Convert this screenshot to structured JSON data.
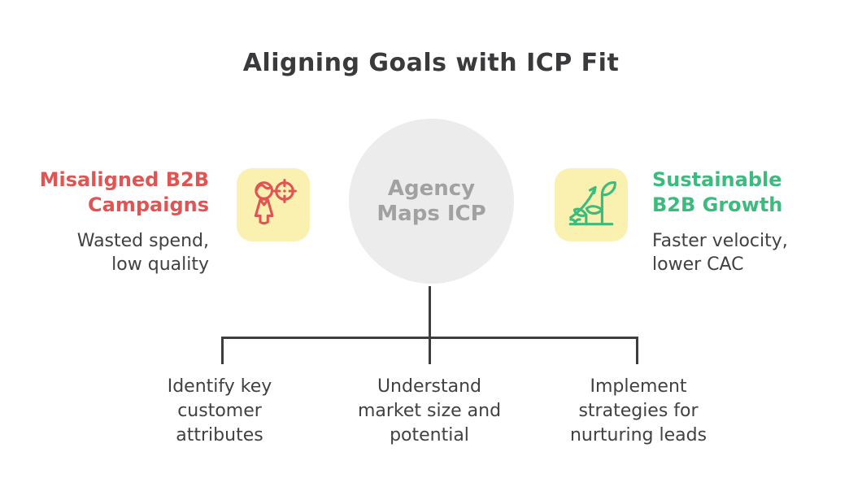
{
  "title": "Aligning Goals with ICP Fit",
  "colors": {
    "red": "#e05554",
    "green": "#3bbb7d",
    "yellow_box": "#faf0af",
    "circle_fill": "#ececec",
    "circle_text": "#a1a1a1",
    "text_dark": "#414141",
    "title_color": "#3a3a3c",
    "line": "#3d3d3d"
  },
  "center": {
    "lines": [
      "Agency",
      "Maps ICP"
    ]
  },
  "left": {
    "heading_lines": [
      "Misaligned B2B",
      "Campaigns"
    ],
    "sub_lines": [
      "Wasted spend,",
      "low quality"
    ],
    "icon": "woman-target-icon"
  },
  "right": {
    "heading_lines": [
      "Sustainable",
      "B2B Growth"
    ],
    "sub_lines": [
      "Faster velocity,",
      "lower CAC"
    ],
    "icon": "growth-plant-icon"
  },
  "branches": [
    {
      "lines": [
        "Identify key",
        "customer",
        "attributes"
      ]
    },
    {
      "lines": [
        "Understand",
        "market size and",
        "potential"
      ]
    },
    {
      "lines": [
        "Implement",
        "strategies for",
        "nurturing leads"
      ]
    }
  ]
}
